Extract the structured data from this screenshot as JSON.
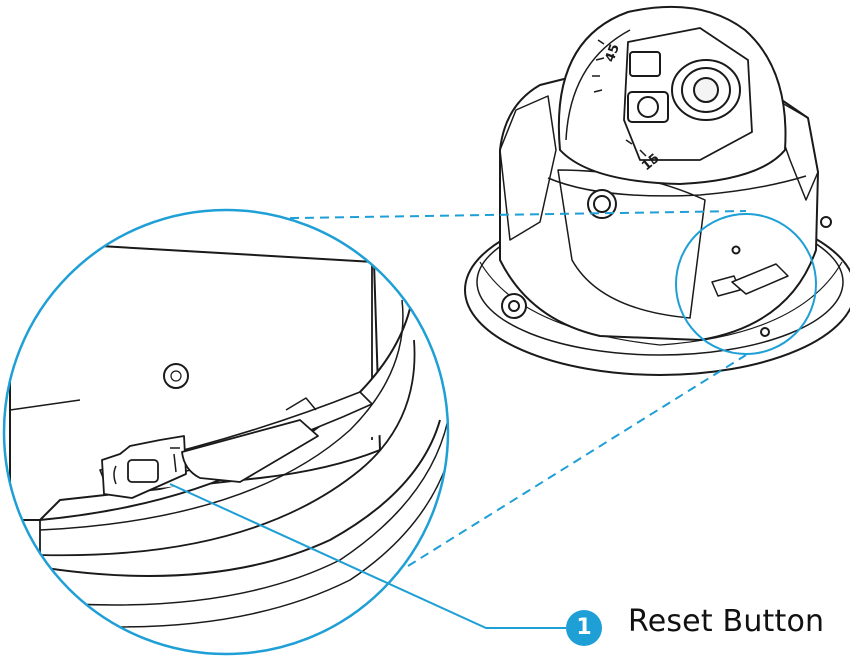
{
  "colors": {
    "accent": "#1e9fd6",
    "line": "#1a1a1a",
    "fill": "#ffffff"
  },
  "callouts": [
    {
      "number": "1",
      "label": "Reset Button"
    }
  ],
  "dial_marks": [
    "45",
    "15"
  ]
}
